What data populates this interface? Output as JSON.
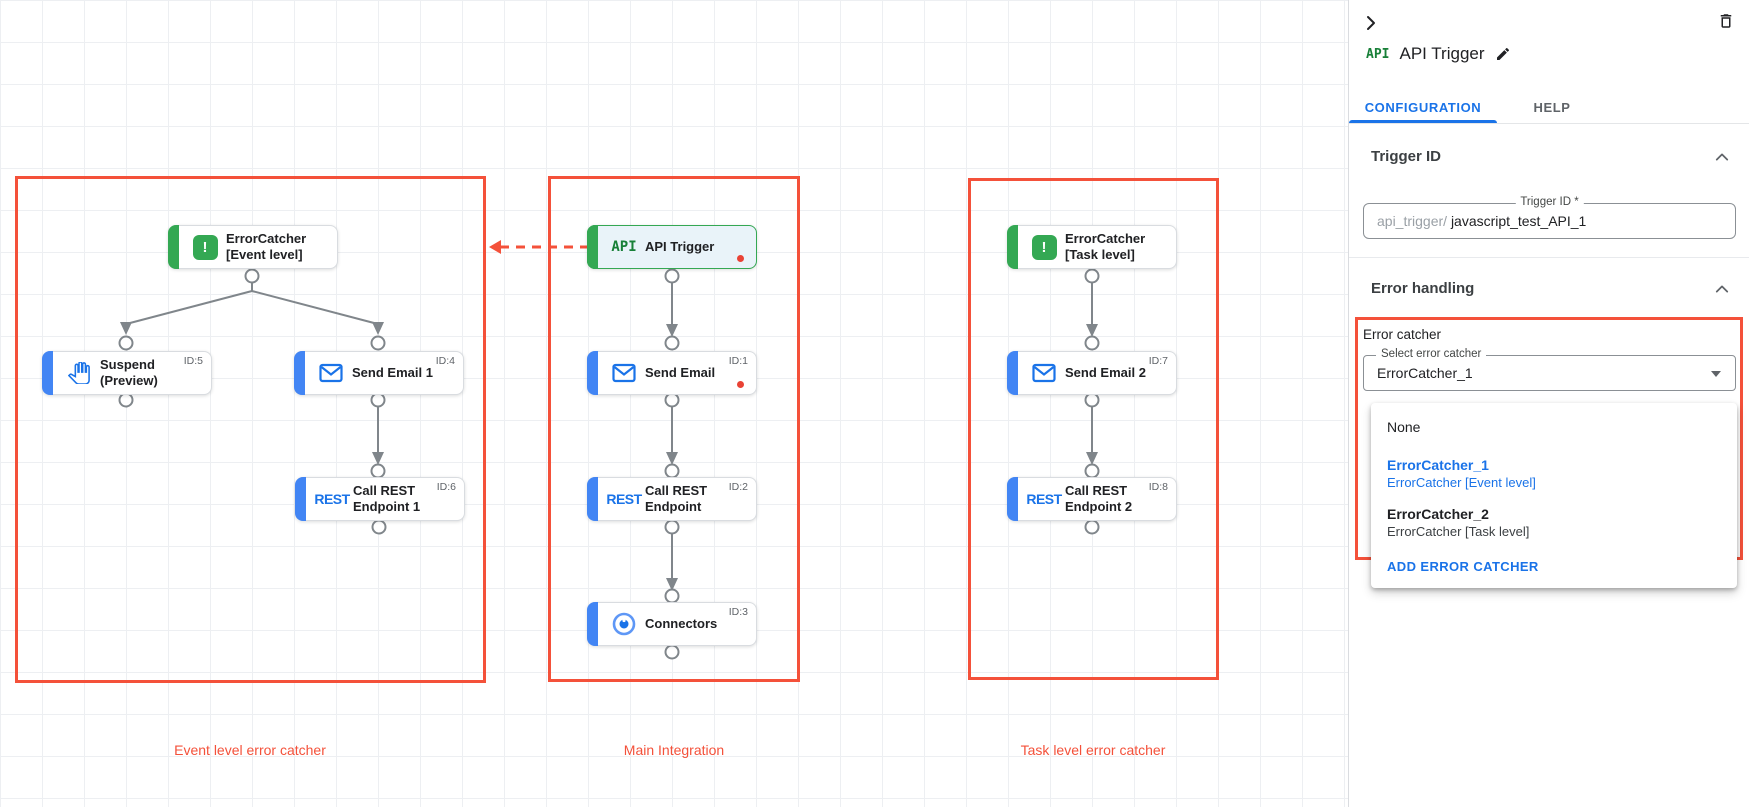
{
  "colors": {
    "annotation_red": "#f4513a",
    "node_blue": "#4285f4",
    "node_green": "#34a853",
    "link_blue": "#1a73e8",
    "error_dot_red": "#e94235"
  },
  "canvas": {
    "groups": [
      {
        "label": "Event level error catcher"
      },
      {
        "label": "Main Integration"
      },
      {
        "label": "Task level error catcher"
      }
    ],
    "nodes": [
      {
        "label1": "ErrorCatcher",
        "label2": "[Event level]",
        "icon": "error-catcher"
      },
      {
        "label1": "Suspend",
        "label2": "(Preview)",
        "id": "ID:5",
        "icon": "hand"
      },
      {
        "label1": "Send Email 1",
        "label2": "",
        "id": "ID:4",
        "icon": "envelope"
      },
      {
        "label1": "Call REST",
        "label2": "Endpoint 1",
        "id": "ID:6",
        "icon_text": "REST"
      },
      {
        "label1": "API Trigger",
        "label2": "",
        "icon_text": "API"
      },
      {
        "label1": "Send Email",
        "label2": "",
        "id": "ID:1",
        "icon": "envelope"
      },
      {
        "label1": "Call REST",
        "label2": "Endpoint",
        "id": "ID:2",
        "icon_text": "REST"
      },
      {
        "label1": "Connectors",
        "label2": "",
        "id": "ID:3",
        "icon": "connectors"
      },
      {
        "label1": "ErrorCatcher",
        "label2": "[Task level]",
        "icon": "error-catcher"
      },
      {
        "label1": "Send Email 2",
        "label2": "",
        "id": "ID:7",
        "icon": "envelope"
      },
      {
        "label1": "Call REST",
        "label2": "Endpoint 2",
        "id": "ID:8",
        "icon_text": "REST"
      }
    ]
  },
  "panel": {
    "badge": "API",
    "title": "API Trigger",
    "tabs": [
      {
        "label": "CONFIGURATION"
      },
      {
        "label": "HELP"
      }
    ],
    "trigger_id": {
      "heading": "Trigger ID",
      "field_label": "Trigger ID *",
      "prefix": "api_trigger/",
      "value": "javascript_test_API_1"
    },
    "error_handling": {
      "heading": "Error handling",
      "caption": "Error catcher",
      "select_label": "Select error catcher",
      "select_value": "ErrorCatcher_1",
      "menu": {
        "none_label": "None",
        "options": [
          {
            "name": "ErrorCatcher_1",
            "desc": "ErrorCatcher [Event level]"
          },
          {
            "name": "ErrorCatcher_2",
            "desc": "ErrorCatcher [Task level]"
          }
        ],
        "action": "ADD ERROR CATCHER"
      }
    }
  }
}
